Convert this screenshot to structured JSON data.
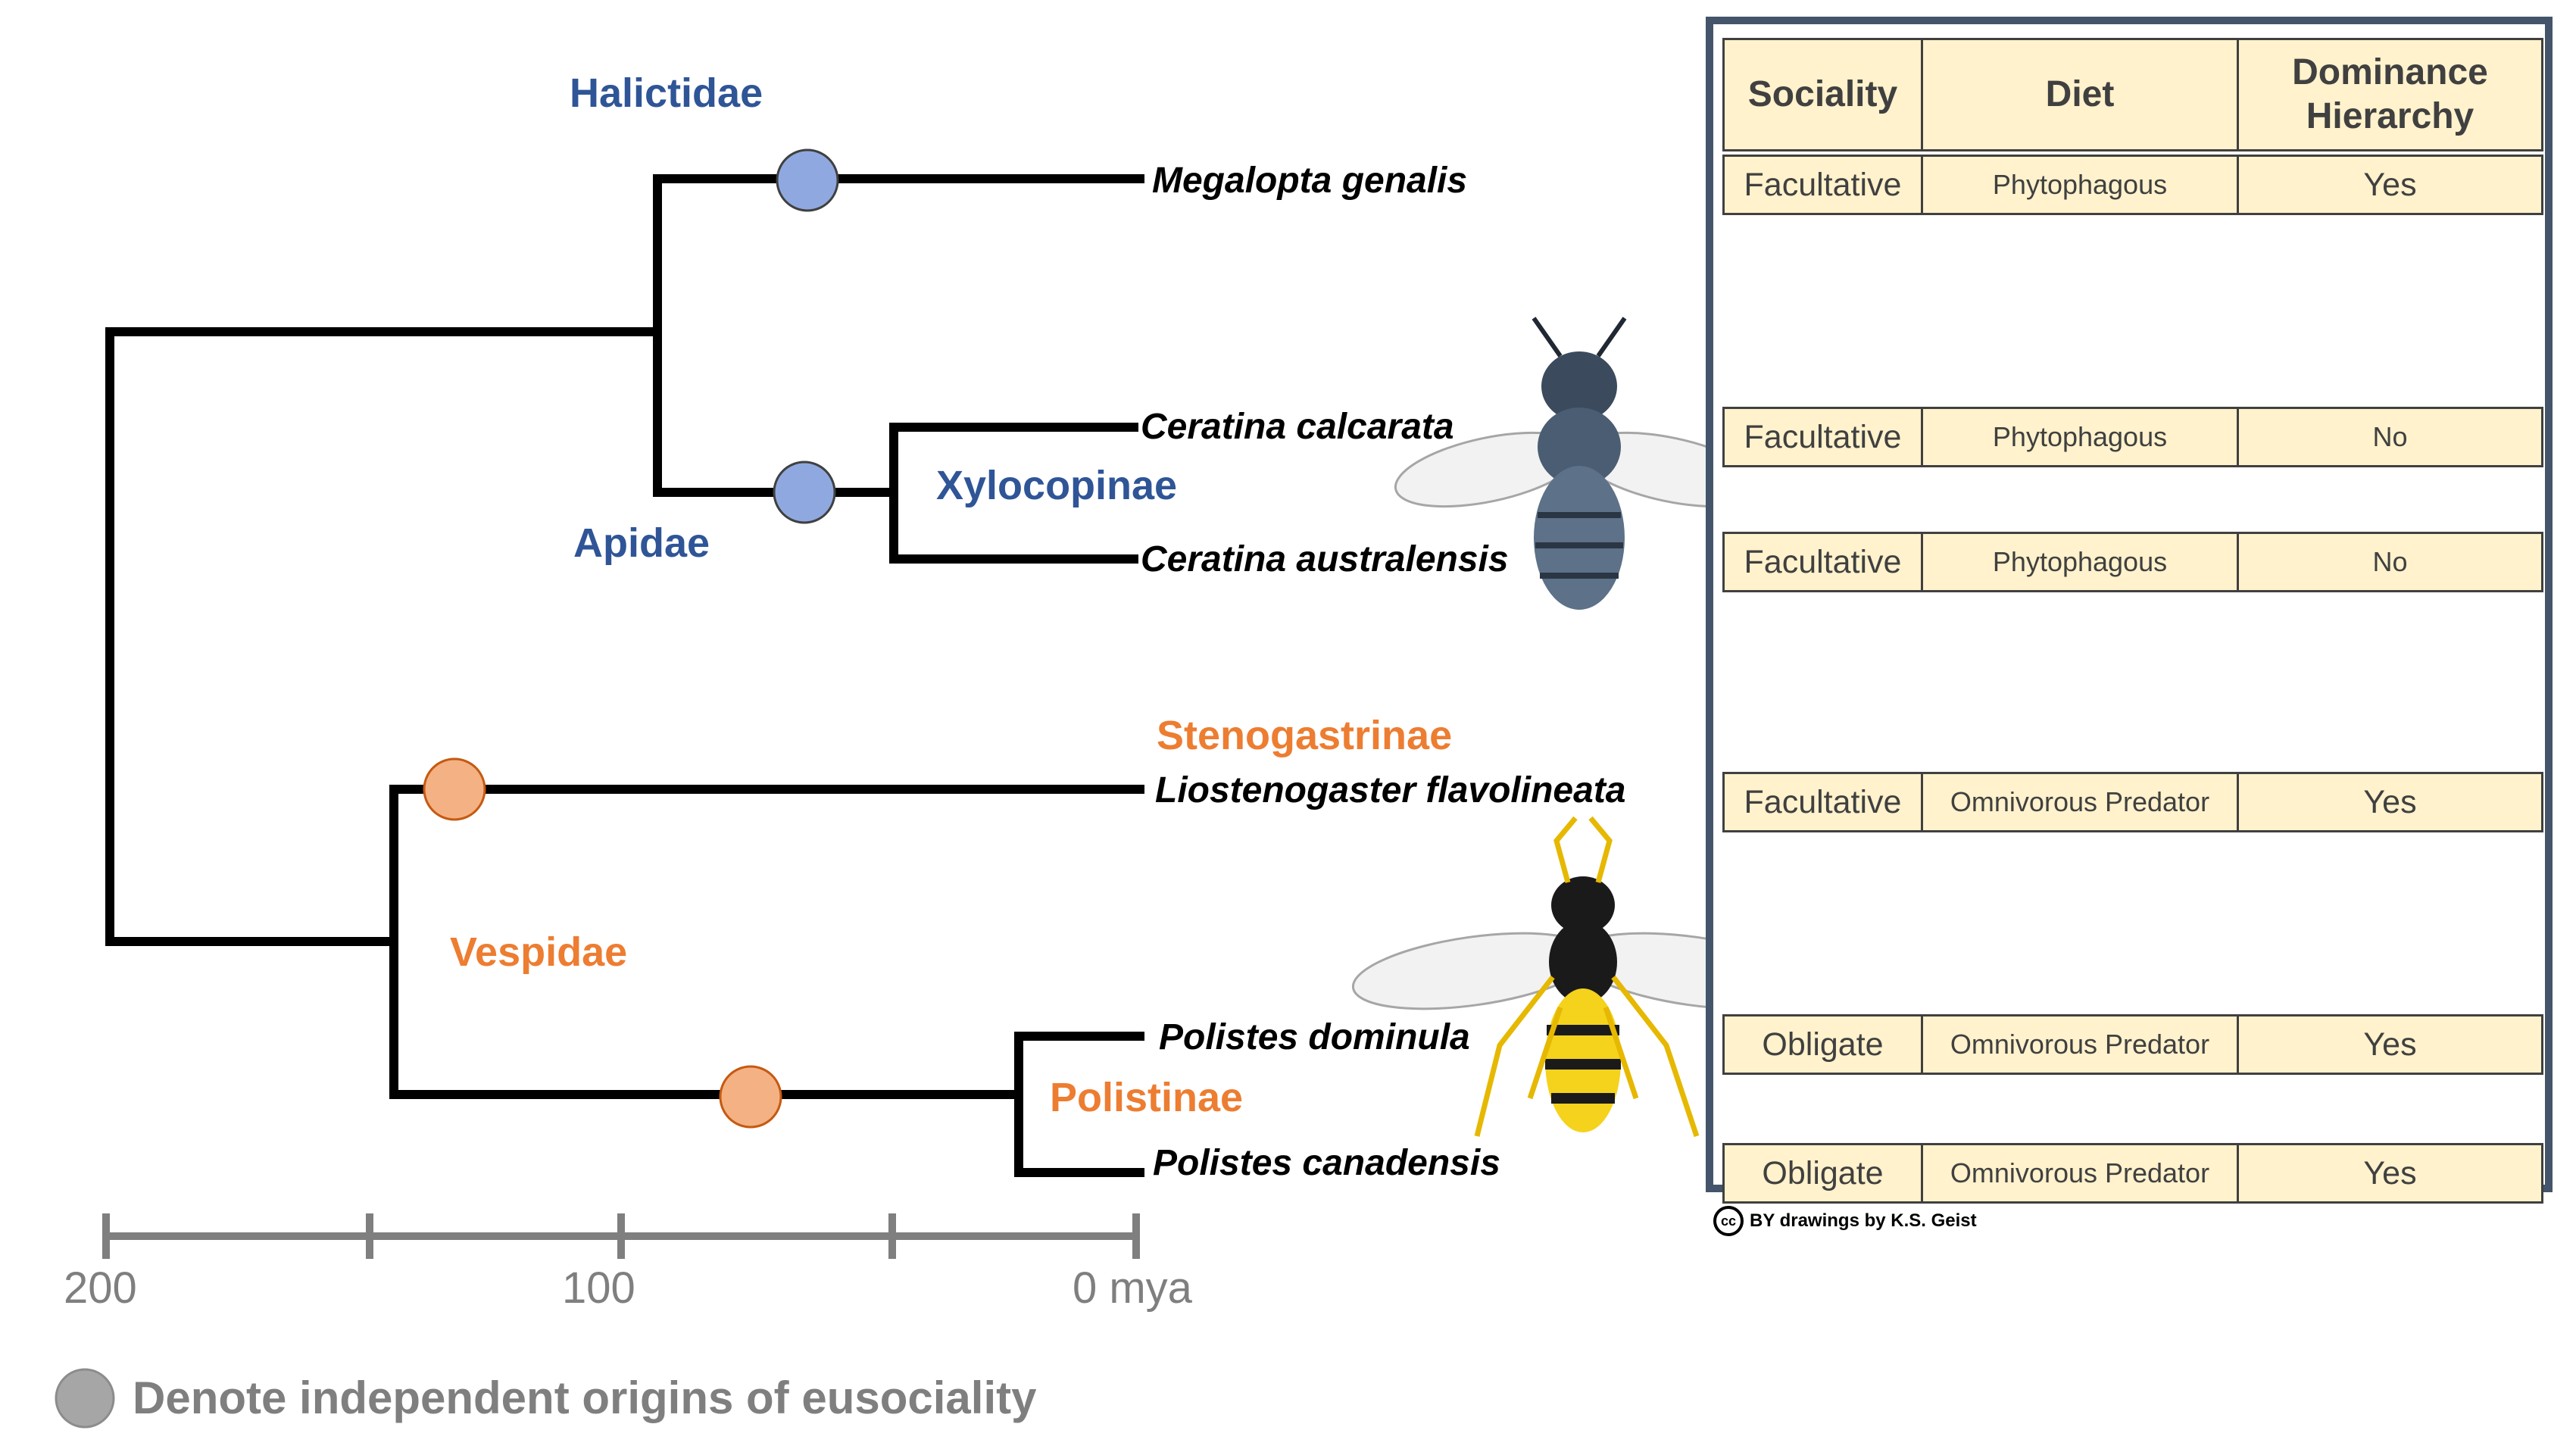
{
  "groups": {
    "halictidae": "Halictidae",
    "apidae": "Apidae",
    "xylocopinae": "Xylocopinae",
    "stenogastrinae": "Stenogastrinae",
    "vespidae": "Vespidae",
    "polistinae": "Polistinae"
  },
  "species": [
    "Megalopta genalis",
    "Ceratina calcarata",
    "Ceratina australensis",
    "Liostenogaster flavolineata",
    "Polistes dominula",
    "Polistes canadensis"
  ],
  "axis": {
    "ticks": [
      "200",
      "100",
      "0 mya"
    ]
  },
  "legend": {
    "text": "Denote independent origins of eusociality"
  },
  "colors": {
    "bee_node": "#8fa9e0",
    "wasp_node": "#f4b183",
    "legend_node": "#a6a6a6",
    "bee_label": "#2f5597",
    "wasp_label": "#ed7d31",
    "table_fill": "#fff2cc",
    "panel_border": "#44546a"
  },
  "table": {
    "headers": [
      "Sociality",
      "Diet",
      "Dominance Hierarchy"
    ],
    "rows": [
      {
        "sociality": "Facultative",
        "diet": "Phytophagous",
        "dominance": "Yes"
      },
      {
        "sociality": "Facultative",
        "diet": "Phytophagous",
        "dominance": "No"
      },
      {
        "sociality": "Facultative",
        "diet": "Phytophagous",
        "dominance": "No"
      },
      {
        "sociality": "Facultative",
        "diet": "Omnivorous Predator",
        "dominance": "Yes"
      },
      {
        "sociality": "Obligate",
        "diet": "Omnivorous Predator",
        "dominance": "Yes"
      },
      {
        "sociality": "Obligate",
        "diet": "Omnivorous Predator",
        "dominance": "Yes"
      }
    ]
  },
  "credit": {
    "badge": "cc",
    "text": "BY drawings by K.S. Geist"
  },
  "illustrations": [
    "bee-illustration",
    "wasp-illustration"
  ]
}
